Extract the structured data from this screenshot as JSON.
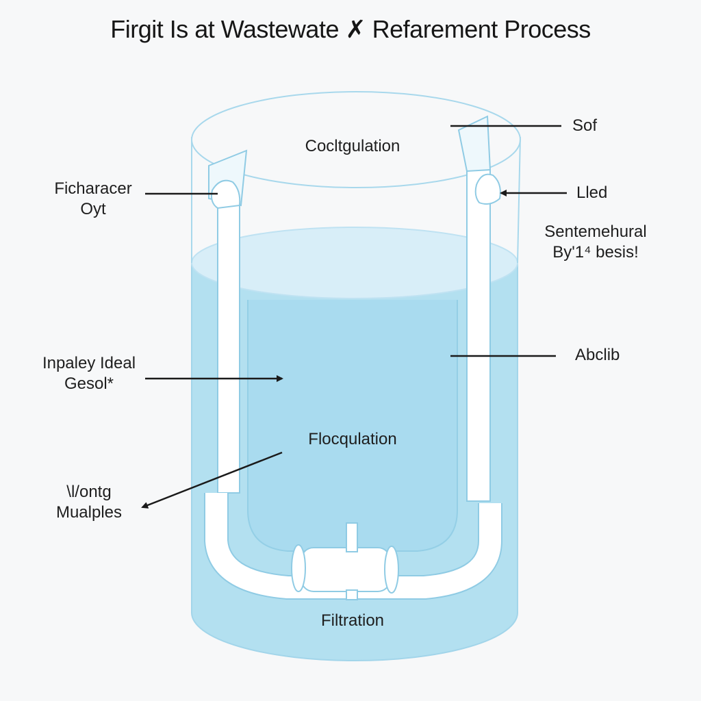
{
  "title": "Firgit Is at Wastewate ✗ Refarement Process",
  "colors": {
    "water": "#b3e0f0",
    "water_surface": "#d8eef8",
    "tank_outline": "#a8d8ec",
    "pipe_fill": "#ffffff",
    "pipe_outline": "#8fcbe4",
    "arrow": "#1a1a1a"
  },
  "labels": {
    "coagulation": "Cocltgulation",
    "flocculation": "Flocqulation",
    "filtration": "Filtration",
    "left_1_line1": "Ficharacer",
    "left_1_line2": "Oyt",
    "left_2_line1": "Inpaley Ideal",
    "left_2_line2": "Gesol*",
    "left_3_line1": "\\l/ontg",
    "left_3_line2": "Mualples",
    "right_1": "Sof",
    "right_2": "Lled",
    "right_3_line1": "Sentemehural",
    "right_3_line2": "By'1⁴ besis!",
    "right_4": "Abclib"
  }
}
